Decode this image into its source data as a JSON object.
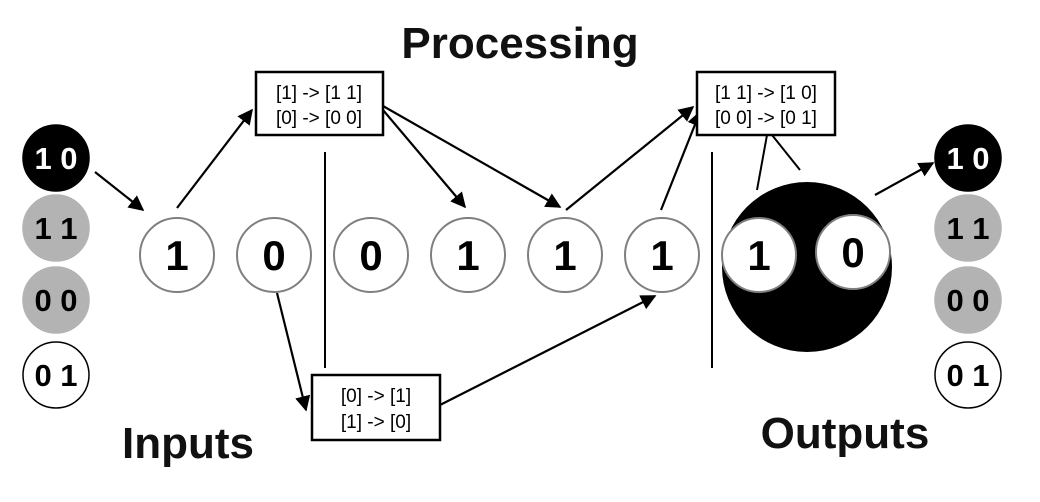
{
  "titles": {
    "processing": "Processing",
    "inputs": "Inputs",
    "outputs": "Outputs"
  },
  "colors": {
    "background": "#ffffff",
    "black": "#000000",
    "gray": "#b3b3b3",
    "cell_border": "#7f7f7f"
  },
  "input_symbols": [
    {
      "label": "1 0",
      "style": "black"
    },
    {
      "label": "1 1",
      "style": "gray"
    },
    {
      "label": "0 0",
      "style": "gray"
    },
    {
      "label": "0 1",
      "style": "white"
    }
  ],
  "output_symbols": [
    {
      "label": "1 0",
      "style": "black"
    },
    {
      "label": "1 1",
      "style": "gray"
    },
    {
      "label": "0 0",
      "style": "gray"
    },
    {
      "label": "0 1",
      "style": "white"
    }
  ],
  "cells": [
    "1",
    "0",
    "0",
    "1",
    "1",
    "1",
    "1",
    "0"
  ],
  "rules": {
    "expand": [
      "[1] -> [1 1]",
      "[0] -> [0 0]"
    ],
    "invert": [
      "[0] -> [1]",
      "[1] -> [0]"
    ],
    "combine": [
      "[1 1] -> [1 0]",
      "[0 0] -> [0 1]"
    ]
  }
}
